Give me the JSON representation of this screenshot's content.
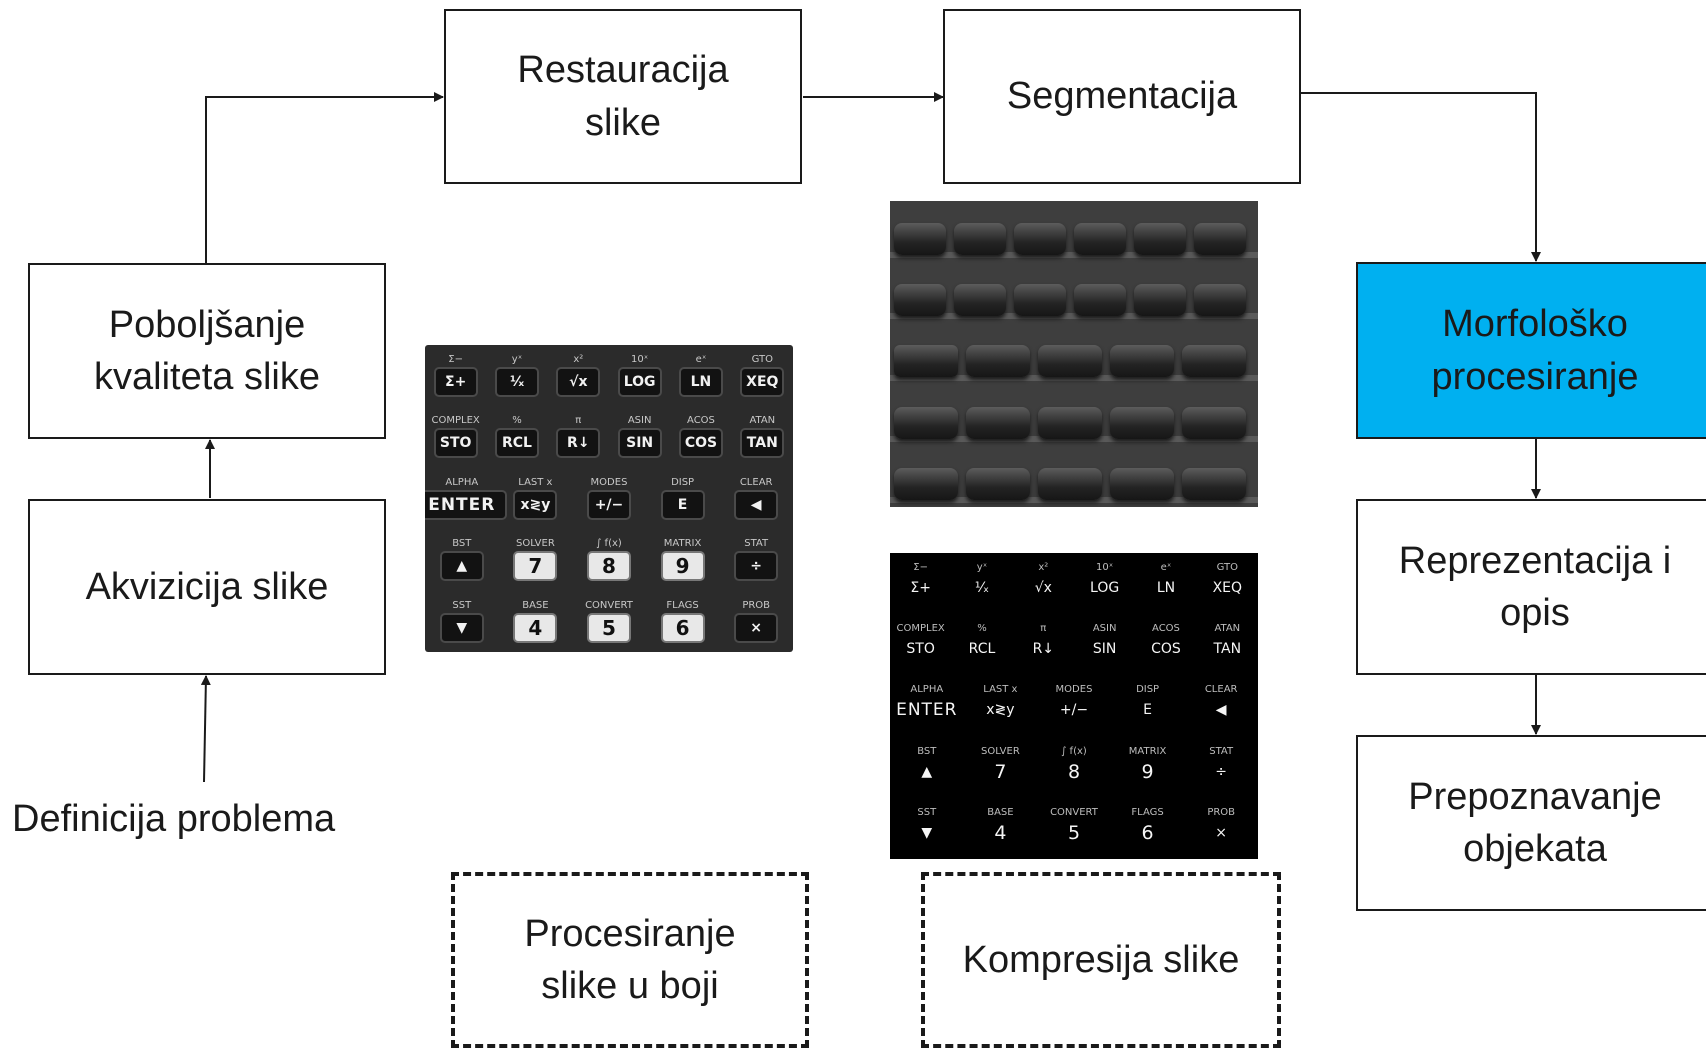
{
  "diagram": {
    "problem_label": "Definicija problema",
    "nodes": {
      "akvizicija": "Akvizicija slike",
      "poboljsanje": "Poboljšanje\nkvaliteta slike",
      "restauracija": "Restauracija\nslike",
      "segmentacija": "Segmentacija",
      "morfolosko": "Morfološko\nprocesiranje",
      "reprezentacija": "Reprezentacija i\nopis",
      "prepoznavanje": "Prepoznavanje\nobjekata"
    },
    "dashed_nodes": {
      "boja": "Procesiranje\nslike u boji",
      "kompresija": "Kompresija slike"
    },
    "colors": {
      "highlight": "#00b0f0",
      "stroke": "#1a1a1a"
    }
  },
  "keypad": {
    "rows": [
      [
        [
          "Σ−",
          "Σ+"
        ],
        [
          "yˣ",
          "¹⁄ₓ"
        ],
        [
          "x²",
          "√x"
        ],
        [
          "10ˣ",
          "LOG"
        ],
        [
          "eˣ",
          "LN"
        ],
        [
          "GTO",
          "XEQ"
        ]
      ],
      [
        [
          "COMPLEX",
          "STO"
        ],
        [
          "%",
          "RCL"
        ],
        [
          "π",
          "R↓"
        ],
        [
          "ASIN",
          "SIN"
        ],
        [
          "ACOS",
          "COS"
        ],
        [
          "ATAN",
          "TAN"
        ]
      ],
      [
        [
          "ALPHA",
          "ENTER"
        ],
        [
          "LAST x",
          "x≷y"
        ],
        [
          "MODES",
          "+/−"
        ],
        [
          "DISP",
          "E"
        ],
        [
          "CLEAR",
          "◀"
        ]
      ],
      [
        [
          "BST",
          "▲"
        ],
        [
          "SOLVER",
          "7"
        ],
        [
          "∫ f(x)",
          "8"
        ],
        [
          "MATRIX",
          "9"
        ],
        [
          "STAT",
          "÷"
        ]
      ],
      [
        [
          "SST",
          "▼"
        ],
        [
          "BASE",
          "4"
        ],
        [
          "CONVERT",
          "5"
        ],
        [
          "FLAGS",
          "6"
        ],
        [
          "PROB",
          "×"
        ]
      ]
    ]
  }
}
